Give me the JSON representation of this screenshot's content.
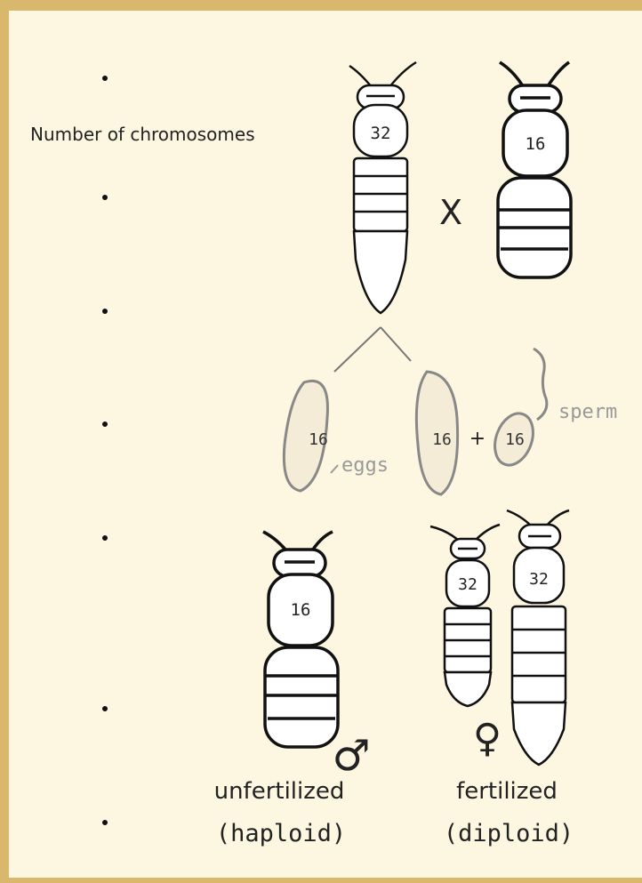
{
  "labels": {
    "num_chromosomes": "Number of chromosomes",
    "queen_count": "32",
    "male_count": "16",
    "cross": "X",
    "egg1_count": "16",
    "egg2_count": "16",
    "plus": "+",
    "sperm_count": "16",
    "sperm": "sperm",
    "eggs": "eggs",
    "haploid_male_count": "16",
    "worker_count": "32",
    "daughter_queen_count": "32",
    "male_symbol": "♂",
    "female_symbol": "♀",
    "unfertilized": "unfertilized",
    "haploid": "(haploid)",
    "fertilized": "fertilized",
    "diploid": "(diploid)"
  }
}
